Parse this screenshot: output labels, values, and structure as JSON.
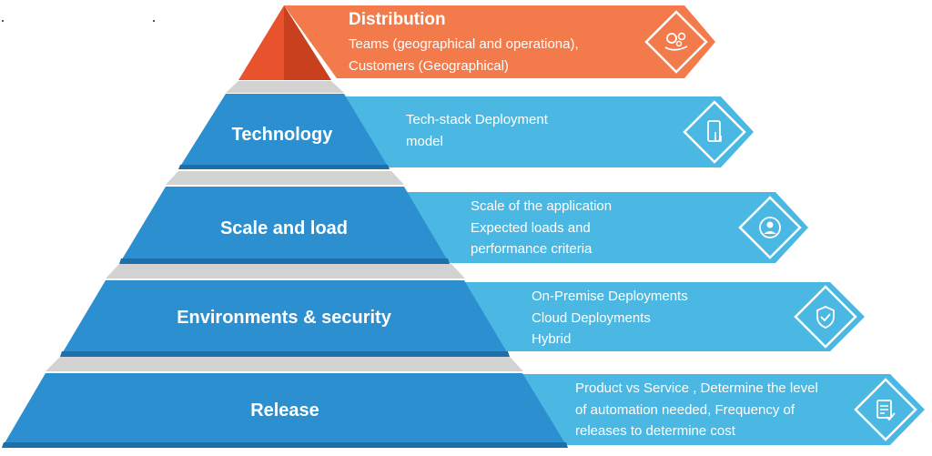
{
  "colors": {
    "apex_orange": "#e8522c",
    "apex_orange_dark": "#c8401d",
    "banner_orange": "#f37a4a",
    "tier_blue": "#2b8fd0",
    "tier_blue_dark": "#1c6fa8",
    "banner_blue": "#4ab8e3",
    "separator_gray": "#d2d2d2"
  },
  "levels": [
    {
      "title": "Distribution",
      "lines": [
        "Teams (geographical and operationa),",
        "Customers (Geographical)"
      ],
      "icon": "team-settings-icon"
    },
    {
      "title": "Technology",
      "lines": [
        "Tech-stack Deployment",
        "model"
      ],
      "icon": "mobile-touch-icon"
    },
    {
      "title": "Scale and load",
      "lines": [
        "Scale of the application",
        "Expected loads and",
        "performance criteria"
      ],
      "icon": "user-support-icon"
    },
    {
      "title": "Environments & security",
      "lines": [
        "On-Premise Deployments",
        "Cloud Deployments",
        "Hybrid"
      ],
      "icon": "shield-check-icon"
    },
    {
      "title": "Release",
      "lines": [
        "Product vs Service , Determine the level",
        "of automation needed,  Frequency of",
        "releases to determine cost"
      ],
      "icon": "checklist-icon"
    }
  ]
}
